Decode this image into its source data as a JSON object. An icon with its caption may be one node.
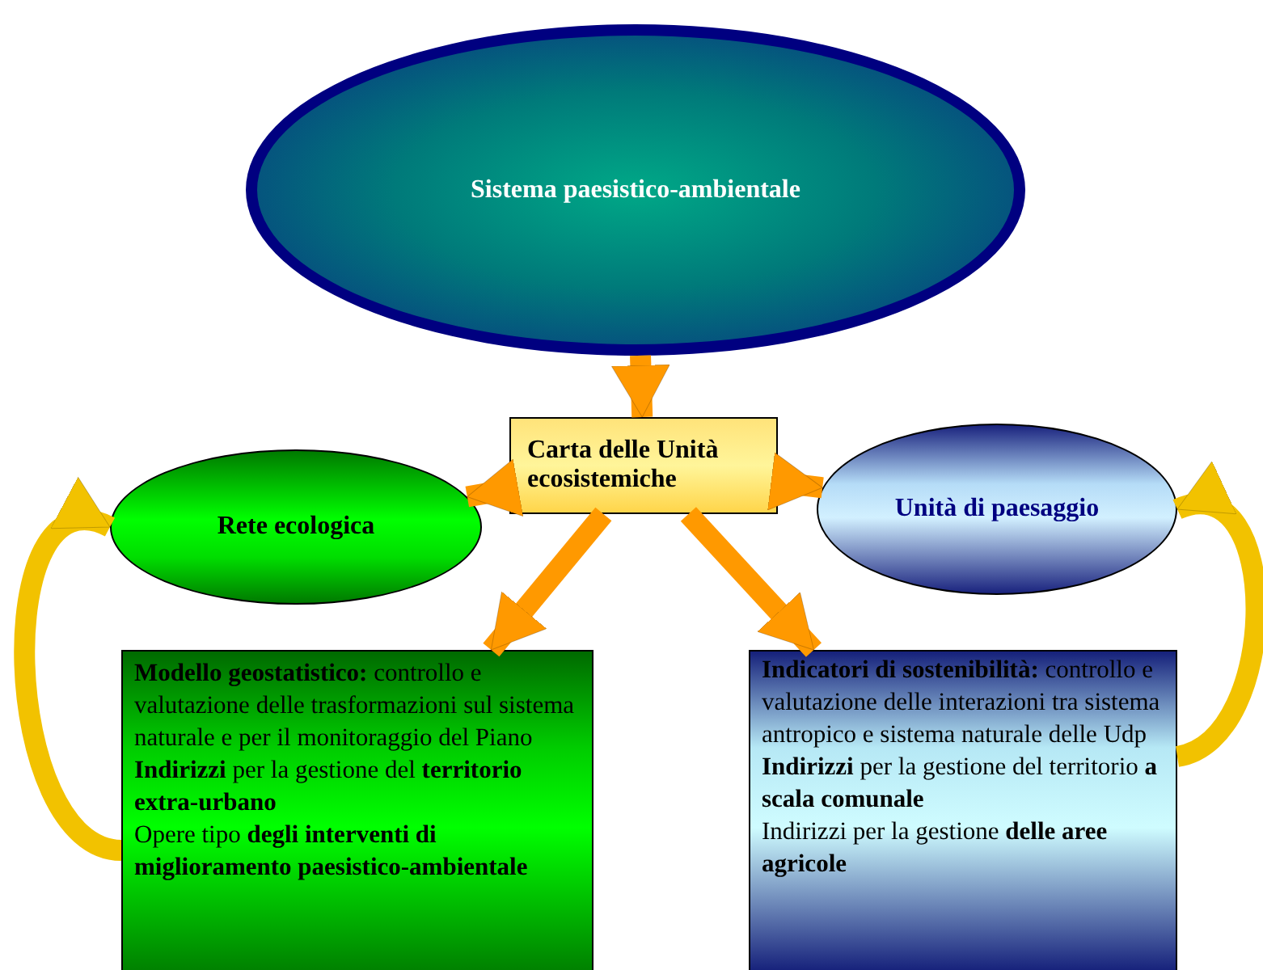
{
  "diagram": {
    "nodes": [
      {
        "text": [
          "Sistema paesistico-ambientale"
        ]
      },
      {
        "text": [
          "Carta delle Unità ecosistemiche"
        ]
      },
      {
        "text": [
          "Rete ecologica"
        ]
      },
      {
        "text": [
          "Unità di  paesaggio"
        ]
      },
      {
        "text": [
          "**Modello geostatistico:** controllo e valutazione delle trasformazioni sul sistema naturale e per il monitoraggio del Piano",
          "**Indirizzi** per la gestione del **territorio extra-urbano**",
          "Opere tipo **degli interventi di miglioramento paesistico-ambientale**"
        ]
      },
      {
        "text": [
          "**Indicatori di sostenibilità:** controllo e valutazione delle interazioni tra sistema antropico e sistema naturale delle Udp",
          "**Indirizzi** per la gestione del territorio **a scala comunale**",
          "Indirizzi per la gestione **delle aree agricole**"
        ]
      }
    ],
    "edges": [
      {
        "from": 0,
        "to": 1,
        "arrow": "to"
      },
      {
        "from": 1,
        "to": 2,
        "arrow": "to"
      },
      {
        "from": 1,
        "to": 3,
        "arrow": "to"
      },
      {
        "from": 1,
        "to": 4,
        "arrow": "to"
      },
      {
        "from": 1,
        "to": 5,
        "arrow": "to"
      },
      {
        "from": 4,
        "to": 2,
        "arrow": "to",
        "color": "#f2c200"
      },
      {
        "from": 5,
        "to": 3,
        "arrow": "to",
        "color": "#f2c200"
      }
    ]
  }
}
